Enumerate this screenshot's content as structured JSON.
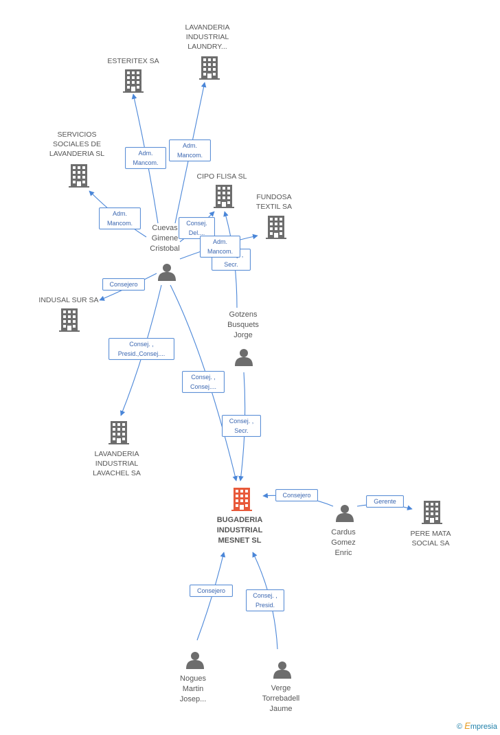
{
  "colors": {
    "edge": "#4a86d8",
    "icon": "#6d6d6d",
    "main_icon": "#e8593a"
  },
  "companies": [
    {
      "id": "esteritex",
      "lines": [
        "ESTERITEX SA"
      ]
    },
    {
      "id": "lav_laundry",
      "lines": [
        "LAVANDERIA",
        "INDUSTRIAL",
        "LAUNDRY..."
      ]
    },
    {
      "id": "servicios",
      "lines": [
        "SERVICIOS",
        "SOCIALES DE",
        "LAVANDERIA SL"
      ]
    },
    {
      "id": "cipo",
      "lines": [
        "CIPO FLISA SL"
      ]
    },
    {
      "id": "fundosa",
      "lines": [
        "FUNDOSA",
        "TEXTIL SA"
      ]
    },
    {
      "id": "indusal",
      "lines": [
        "INDUSAL SUR SA"
      ]
    },
    {
      "id": "lavachel",
      "lines": [
        "LAVANDERIA",
        "INDUSTRIAL",
        "LAVACHEL SA"
      ]
    },
    {
      "id": "bugaderia",
      "lines": [
        "BUGADERIA",
        "INDUSTRIAL",
        "MESNET SL"
      ],
      "main": true
    },
    {
      "id": "peremata",
      "lines": [
        "PERE MATA",
        "SOCIAL SA"
      ]
    }
  ],
  "people": [
    {
      "id": "cuevas",
      "lines": [
        "Cuevas",
        "Gimene",
        "Cristobal"
      ]
    },
    {
      "id": "gotzens",
      "lines": [
        "Gotzens",
        "Busquets",
        "Jorge"
      ]
    },
    {
      "id": "cardus",
      "lines": [
        "Cardus",
        "Gomez",
        "Enric"
      ]
    },
    {
      "id": "nogues",
      "lines": [
        "Nogues",
        "Martin",
        "Josep..."
      ]
    },
    {
      "id": "verge",
      "lines": [
        "Verge",
        "Torrebadell",
        "Jaume"
      ]
    }
  ],
  "edges": [
    {
      "id": "e1",
      "lines": [
        "Adm.",
        "Mancom."
      ]
    },
    {
      "id": "e2",
      "lines": [
        "Adm.",
        "Mancom."
      ]
    },
    {
      "id": "e3",
      "lines": [
        "Adm.",
        "Mancom."
      ]
    },
    {
      "id": "e4",
      "lines": [
        "Consej.",
        "Del...."
      ]
    },
    {
      "id": "e5",
      "lines": [
        "Consej. ,",
        "Secr."
      ]
    },
    {
      "id": "e6",
      "lines": [
        "Adm.",
        "Mancom."
      ]
    },
    {
      "id": "e7",
      "lines": [
        "Consejero"
      ]
    },
    {
      "id": "e8",
      "lines": [
        "Consej. ,",
        "Presid.,Consej...."
      ]
    },
    {
      "id": "e9",
      "lines": [
        "Consej. ,",
        "Consej...."
      ]
    },
    {
      "id": "e10",
      "lines": [
        "Consej. ,",
        "Secr."
      ]
    },
    {
      "id": "e11",
      "lines": [
        "Consejero"
      ]
    },
    {
      "id": "e12",
      "lines": [
        "Gerente"
      ]
    },
    {
      "id": "e13",
      "lines": [
        "Consejero"
      ]
    },
    {
      "id": "e14",
      "lines": [
        "Consej. ,",
        "Presid."
      ]
    }
  ],
  "footer": {
    "copyright": "©",
    "brand_initial": "E",
    "brand_rest": "mpresia"
  }
}
